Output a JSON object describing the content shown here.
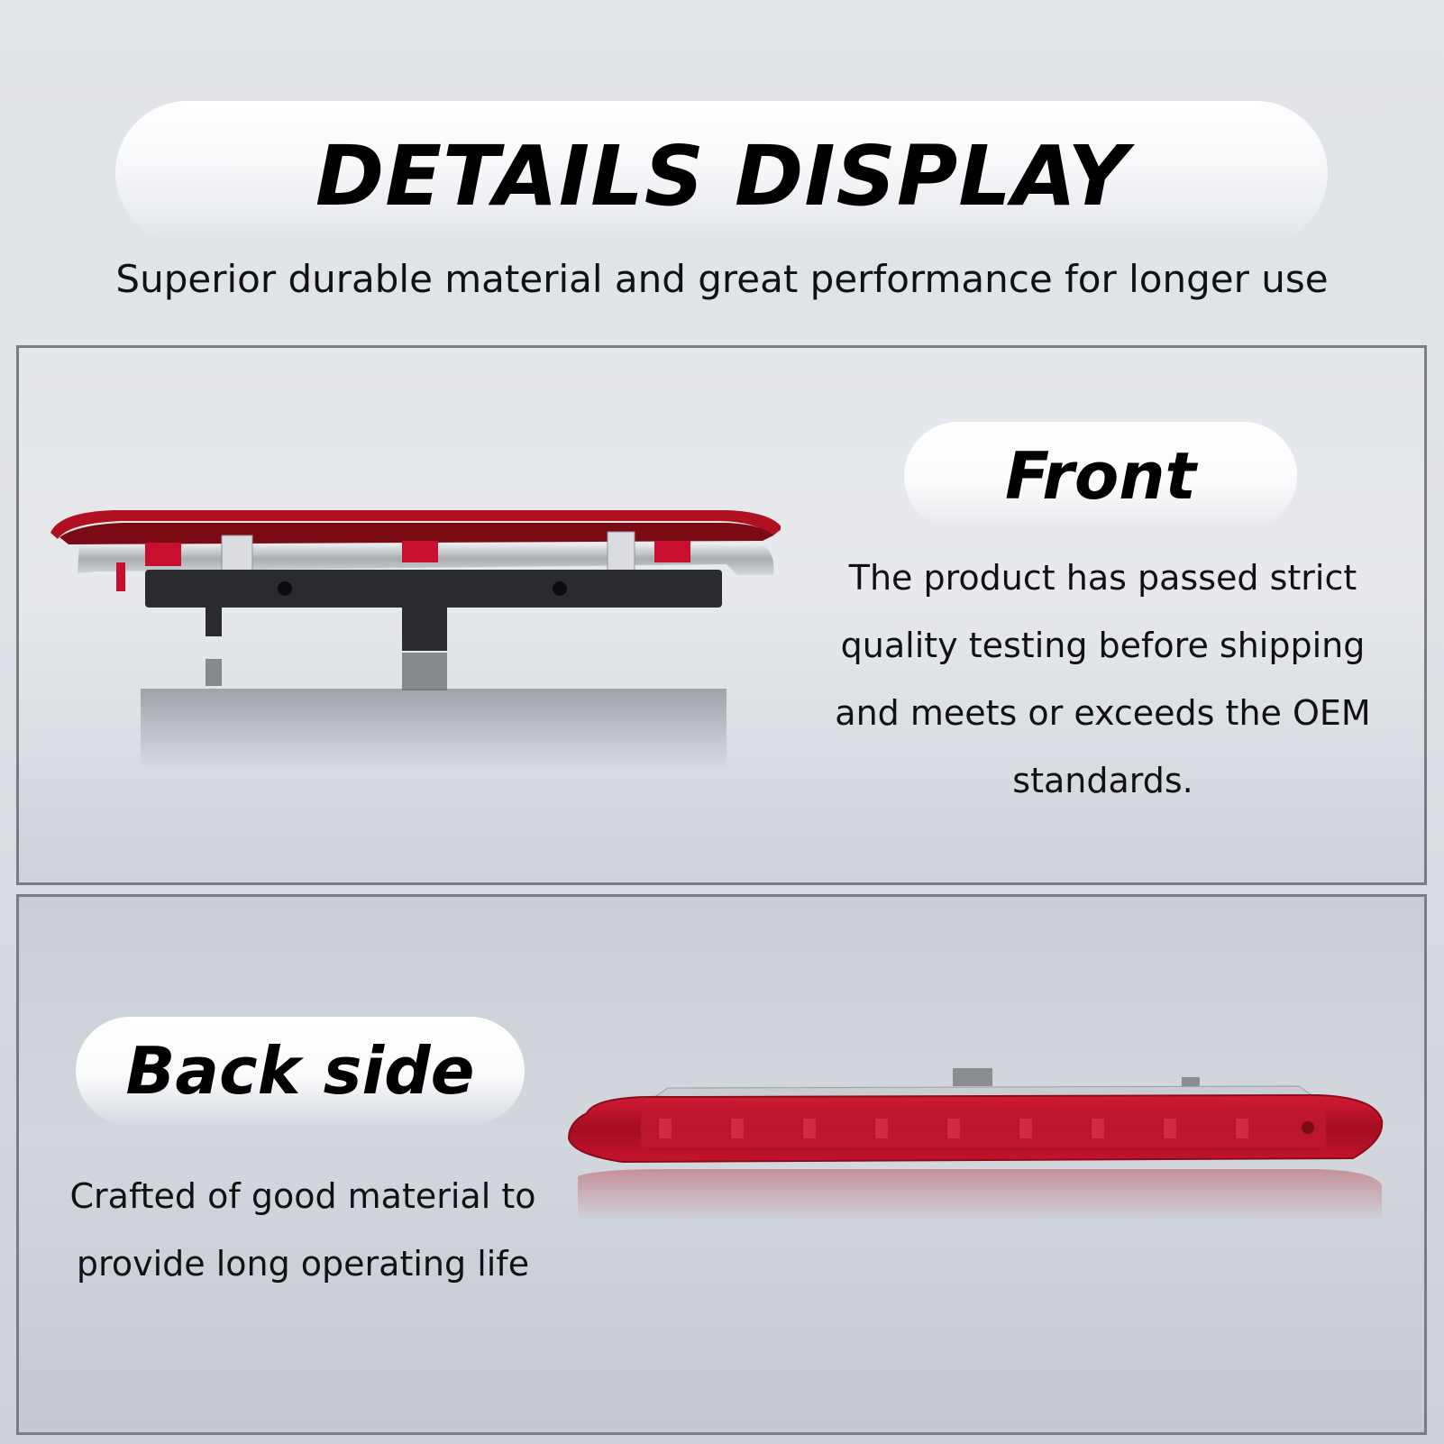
{
  "header": {
    "title": "DETAILS DISPLAY",
    "subtitle": "Superior durable material and great performance for longer use"
  },
  "front": {
    "label": "Front",
    "description": "The product has passed strict quality testing before shipping and meets or exceeds the OEM standards."
  },
  "back": {
    "label": "Back side",
    "description": "Crafted of good material to provide long operating life"
  },
  "colors": {
    "lens_red": "#b0101f",
    "panel_border": "#7a7c80"
  }
}
